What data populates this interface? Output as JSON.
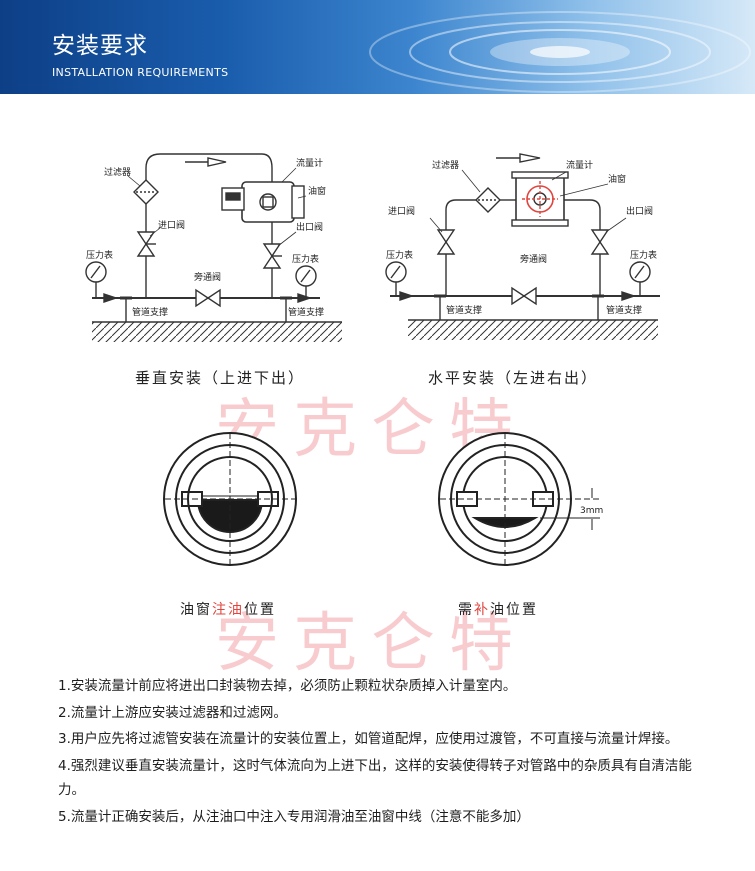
{
  "header": {
    "title": "安装要求",
    "subtitle": "INSTALLATION REQUIREMENTS"
  },
  "diagram_vertical": {
    "caption": "垂直安装（上进下出）",
    "labels": {
      "filter": "过滤器",
      "flowmeter": "流量计",
      "oil_window": "油窗",
      "inlet_valve": "进口阀",
      "outlet_valve": "出口阀",
      "gauge_left": "压力表",
      "gauge_right": "压力表",
      "bypass": "旁通阀",
      "support_left": "管道支撑",
      "support_right": "管道支撑"
    }
  },
  "diagram_horizontal": {
    "caption": "水平安装（左进右出）",
    "labels": {
      "filter": "过滤器",
      "flowmeter": "流量计",
      "oil_window": "油窗",
      "inlet_valve": "进口阀",
      "outlet_valve": "出口阀",
      "gauge_left": "压力表",
      "gauge_right": "压力表",
      "bypass": "旁通阀",
      "support_left": "管道支撑",
      "support_right": "管道支撑"
    }
  },
  "watermark": "安克仑特",
  "oil_window_left": {
    "caption_part1": "油窗",
    "caption_part2": "注油",
    "caption_part3": "位置"
  },
  "oil_window_right": {
    "caption_part1": "需",
    "caption_part2": "补",
    "caption_part3": "油位置",
    "dimension": "3mm"
  },
  "colors": {
    "accent_red": "#e0463f",
    "banner_blue": "#1a5dad"
  },
  "notes": [
    "1.安装流量计前应将进出口封装物去掉，必须防止颗粒状杂质掉入计量室内。",
    "2.流量计上游应安装过滤器和过滤网。",
    "3.用户应先将过滤管安装在流量计的安装位置上，如管道配焊，应使用过渡管，不可直接与流量计焊接。",
    "4.强烈建议垂直安装流量计，这时气体流向为上进下出，这样的安装使得转子对管路中的杂质具有自清洁能力。",
    "5.流量计正确安装后，从注油口中注入专用润滑油至油窗中线（注意不能多加）"
  ]
}
